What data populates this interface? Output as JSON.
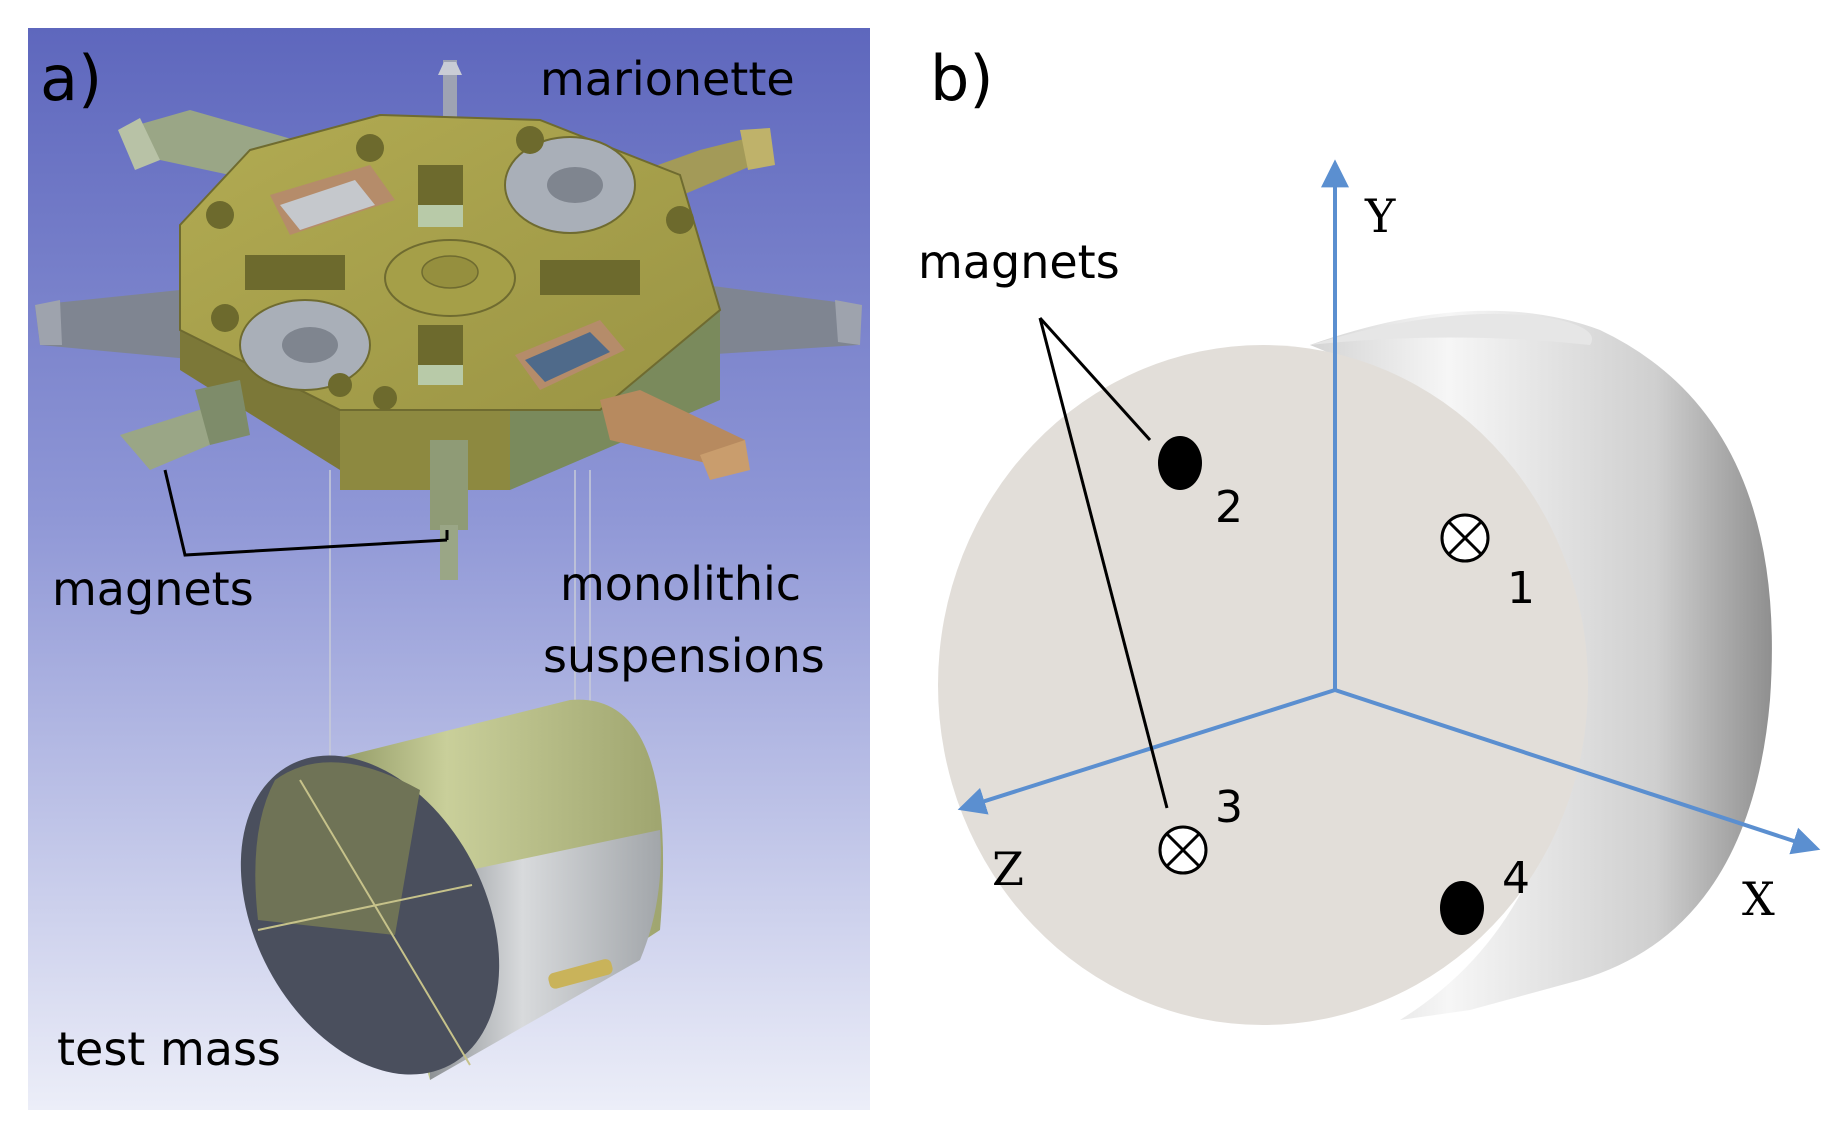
{
  "panel_a": {
    "label": "a)",
    "labels": {
      "marionette": "marionette",
      "magnets": "magnets",
      "monolithic_line1": "monolithic",
      "monolithic_line2": "suspensions",
      "test_mass": "test mass"
    },
    "colors": {
      "background_top": "#5e67bd",
      "background_bottom": "#e8eaf7",
      "marionette_body": "#8f8b3e",
      "marionette_top": "#a9a34a",
      "arm_green": "#93a37f",
      "arm_gray": "#7f8591",
      "ring": "#a9afb8",
      "test_mass_green": "#9da66a",
      "test_mass_dark": "#4a4f5d",
      "test_mass_gray": "#a5a9ad"
    }
  },
  "panel_b": {
    "label": "b)",
    "magnets_label": "magnets",
    "axes": {
      "x": "X",
      "y": "Y",
      "z": "Z"
    },
    "magnet_numbers": [
      "1",
      "2",
      "3",
      "4"
    ],
    "colors": {
      "axis": "#5b8fd0",
      "face": "#e2ded9",
      "side_light": "#f2f2f2",
      "side_dark": "#9e9e9e",
      "magnet_dark": "#000000"
    }
  }
}
